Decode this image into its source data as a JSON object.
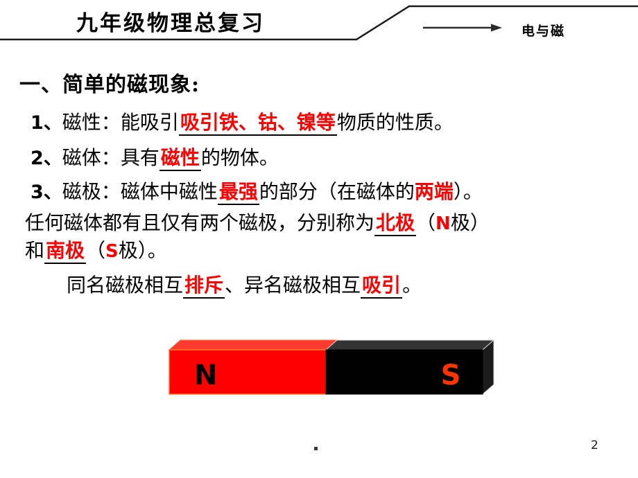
{
  "header": {
    "title": "九年级物理总复习",
    "arrow_icon": "arrow-right-icon",
    "topic": "电与磁"
  },
  "section": {
    "heading": "一、简单的磁现象:"
  },
  "content": {
    "item1": {
      "number": "1、",
      "term": "磁性：",
      "before_blank": "能吸引",
      "blank": "吸引铁、钴、镍等",
      "after_blank": "物质的性质。"
    },
    "item2": {
      "number": "2、",
      "term": "磁体：",
      "before_blank": "具有",
      "blank": "磁性",
      "after_blank": "的物体。"
    },
    "item3": {
      "number": "3、",
      "term": "磁极：",
      "before_blank": "磁体中磁性",
      "blank": "最强",
      "mid": "的部分（在磁体的",
      "highlight": "两端",
      "after": "）。"
    },
    "item4": {
      "before_blank": "任何磁体都有且仅有两个磁极，分别称为",
      "blank": "北极",
      "paren_open": "（",
      "pole_letter": "N",
      "pole_word": "极",
      "paren_close": "）"
    },
    "item5": {
      "before_blank": "和",
      "blank": "南极",
      "paren_open": "（",
      "pole_letter": "S",
      "pole_word": "极",
      "paren_close": "）。"
    },
    "item6": {
      "part1": "同名磁极相互",
      "blank1": "排斥",
      "part2": "、异名磁极相互",
      "blank2": "吸引",
      "part3": "。"
    }
  },
  "magnet": {
    "north_label": "N",
    "south_label": "S",
    "north_color": "#ff0000",
    "south_color": "#000000",
    "north_text_color": "#000000",
    "south_text_color": "#ff3300"
  },
  "footer": {
    "dot": "·",
    "page_number": "2"
  },
  "colors": {
    "accent_red": "#ff0000",
    "text_black": "#000000",
    "background": "#ffffff"
  }
}
